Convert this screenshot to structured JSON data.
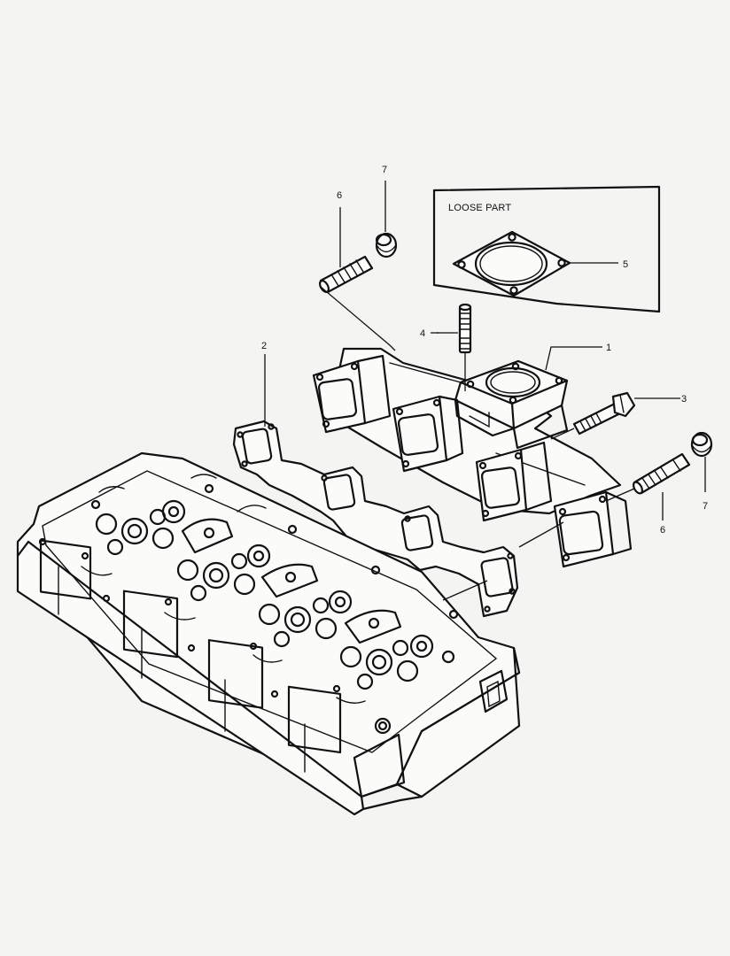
{
  "loose_part_box": {
    "label": "LOOSE PART"
  },
  "callouts": {
    "c1": "1",
    "c2": "2",
    "c3": "3",
    "c4": "4",
    "c5": "5",
    "c6_top": "6",
    "c7_top": "7",
    "c6_right": "6",
    "c7_right": "7"
  }
}
